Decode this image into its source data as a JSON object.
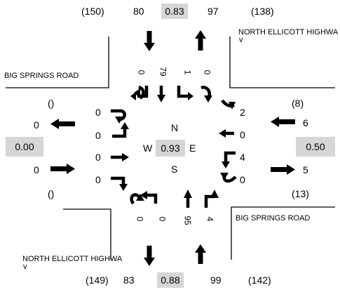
{
  "north": {
    "left_paren": "(150)",
    "in_volume": "80",
    "phf": "0.83",
    "out_volume": "97",
    "right_paren": "(138)",
    "movements": [
      "0",
      "79",
      "1",
      "0"
    ]
  },
  "south": {
    "left_paren": "(149)",
    "out_volume": "83",
    "phf": "0.88",
    "in_volume": "99",
    "right_paren": "(142)",
    "movements": [
      "0",
      "0",
      "95",
      "4"
    ]
  },
  "west": {
    "top_paren": "()",
    "out_volume": "0",
    "phf": "0.00",
    "in_volume": "0",
    "bottom_paren": "()",
    "movements": [
      "0",
      "0",
      "0",
      "0"
    ]
  },
  "east": {
    "top_paren": "(8)",
    "in_volume": "6",
    "phf": "0.50",
    "out_volume": "5",
    "bottom_paren": "(13)",
    "movements": [
      "2",
      "0",
      "4",
      "0"
    ]
  },
  "center": {
    "n": "N",
    "s": "S",
    "e": "E",
    "w": "W",
    "phf": "0.93"
  },
  "streets": {
    "nw": "BIG SPRINGS ROAD",
    "ne": "NORTH ELLICOTT HIGHWA",
    "ne_caret": "v",
    "se": "BIG SPRINGS ROAD",
    "sw": "NORTH ELLICOTT HIGHWA",
    "sw_caret": "v"
  },
  "colors": {
    "highlight": "#d6d6d6",
    "ink": "#000000"
  }
}
